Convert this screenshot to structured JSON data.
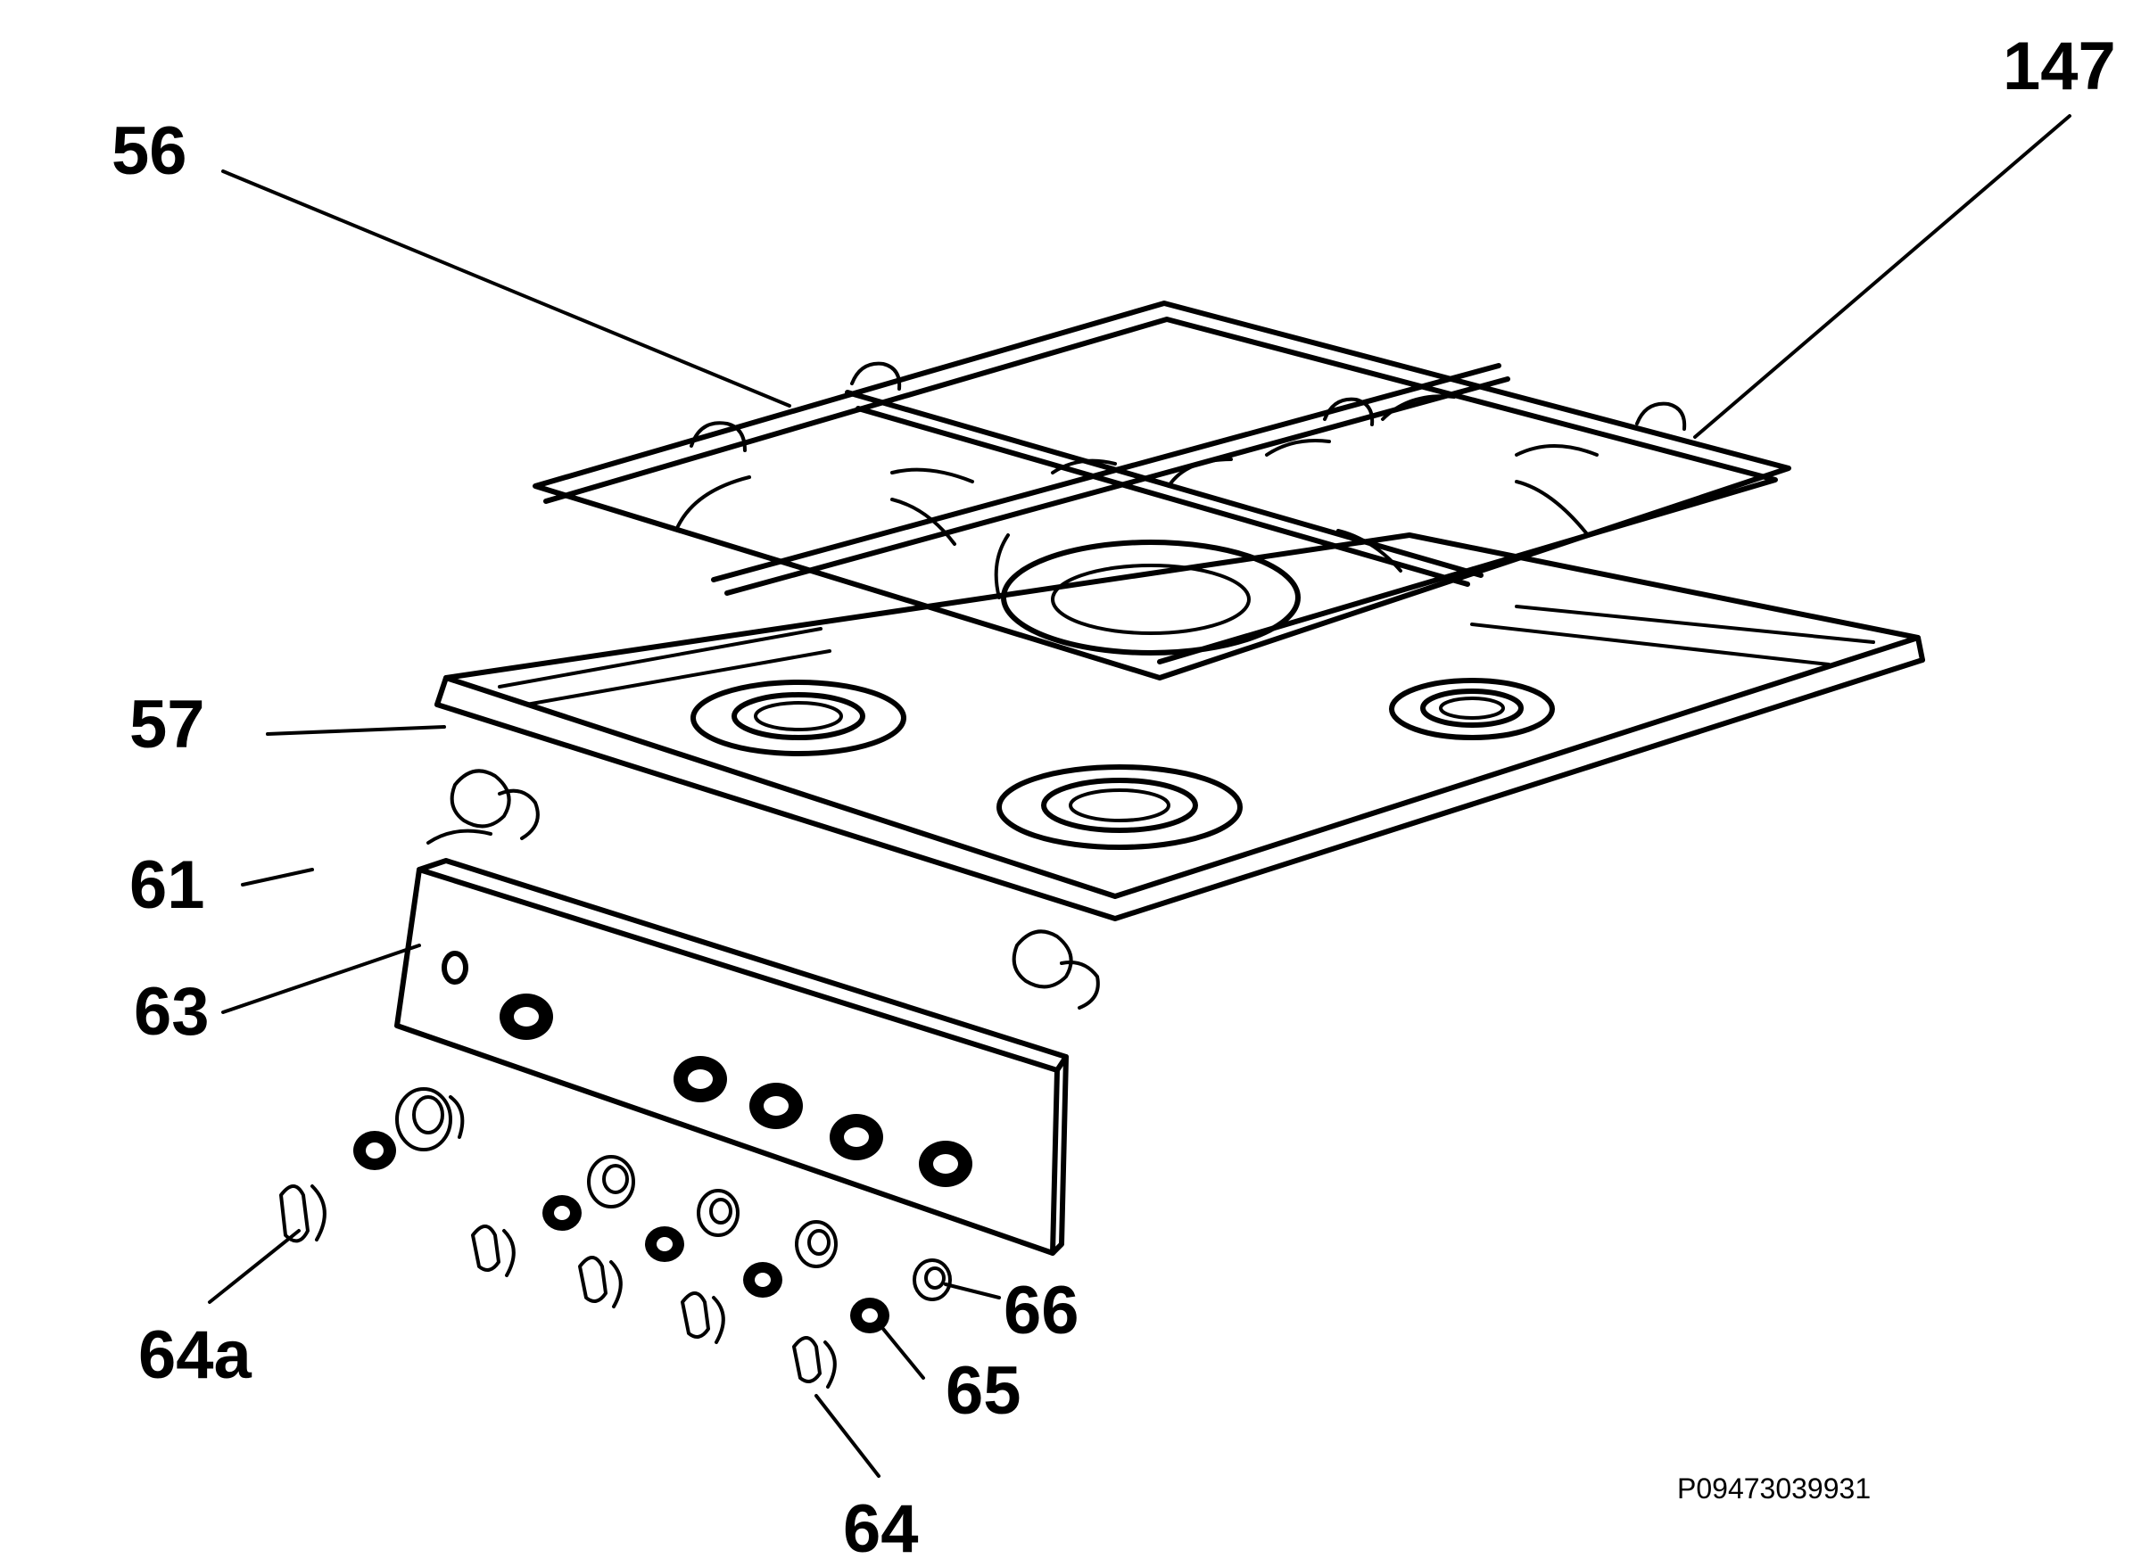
{
  "diagram": {
    "callouts": {
      "c56": "56",
      "c147": "147",
      "c57": "57",
      "c61": "61",
      "c63": "63",
      "c64a": "64a",
      "c66": "66",
      "c65": "65",
      "c64": "64"
    },
    "part_code": "P09473039931"
  }
}
